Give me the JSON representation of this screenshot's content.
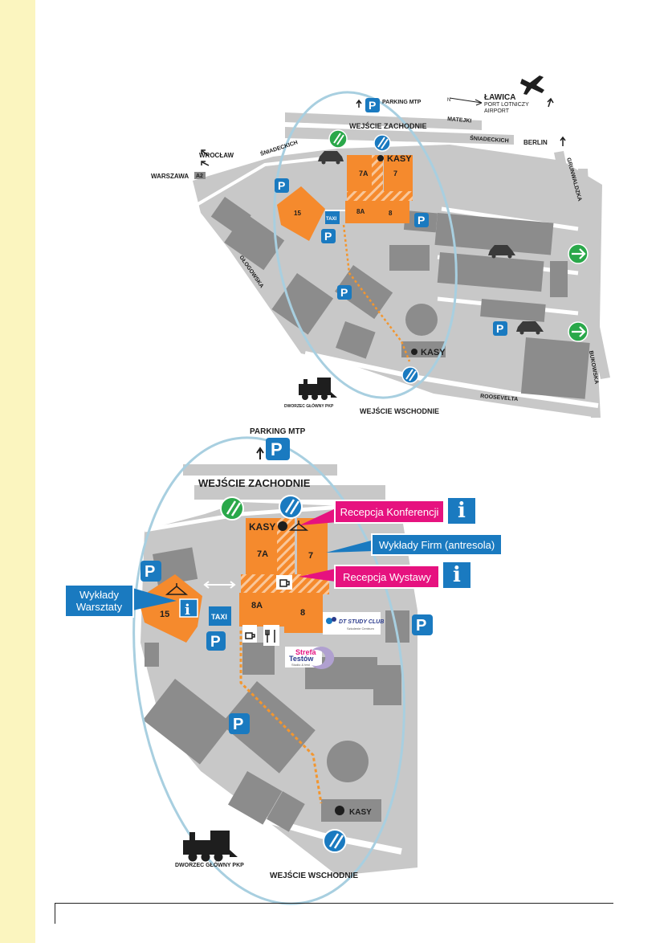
{
  "overview_map": {
    "labels": {
      "parking_mtp": "PARKING MTP",
      "lawica": "ŁAWICA",
      "port_lotniczy": "PORT LOTNICZY",
      "airport": "AIRPORT",
      "matejki": "MATEJKI",
      "wejscie_zachodnie": "WEJŚCIE ZACHODNIE",
      "sniadeckich_right": "ŚNIADECKICH",
      "sniadeckich_left": "ŚNIADECKICH",
      "berlin": "BERLIN",
      "wroclaw": "WROCŁAW",
      "warszawa": "WARSZAWA",
      "a2": "A2",
      "kasy_top": "KASY",
      "kasy_bottom": "KASY",
      "grunwaldzka": "GRUNWALDZKA",
      "glogowska": "GŁOGOWSKA",
      "bukowska": "BUKOWSKA",
      "roosevelta": "ROOSEVELTA",
      "dworzec": "DWORZEC GŁÓWNY PKP",
      "wejscie_wschodnie": "WEJŚCIE WSCHODNIE",
      "north": "N",
      "taxi": "TAXI",
      "pavilion_7a": "7A",
      "pavilion_7": "7",
      "pavilion_8a": "8A",
      "pavilion_8": "8",
      "pavilion_15": "15",
      "parking_p": "P"
    }
  },
  "detail_map": {
    "labels": {
      "parking_mtp": "PARKING MTP",
      "wejscie_zachodnie": "WEJŚCIE ZACHODNIE",
      "kasy_top": "KASY",
      "kasy_bottom": "KASY",
      "pavilion_7a": "7A",
      "pavilion_7": "7",
      "pavilion_8a": "8A",
      "pavilion_8": "8",
      "pavilion_15": "15",
      "taxi": "TAXI",
      "dworzec": "DWORZEC GŁÓWNY PKP",
      "wejscie_wschodnie": "WEJŚCIE WSCHODNIE",
      "dt_study_club": "DT STUDY CLUB",
      "dt_study_club_sub": "Szkolenie Centrum",
      "strefa": "Strefa",
      "testow": "Testów",
      "strefa_sub": "Studio & test",
      "parking_p": "P"
    },
    "callouts": {
      "recepcja_konferencji": "Recepcja Konferencji",
      "wyklady_firm": "Wykłady Firm (antresola)",
      "recepcja_wystawy": "Recepcja Wystawy",
      "wyklady": "Wykłady",
      "warsztaty": "Warsztaty",
      "info_symbol": "i"
    }
  },
  "colors": {
    "pavilion_orange": "#f58a2d",
    "building_grey": "#8c8c8c",
    "ground_grey": "#c8c8c8",
    "outline_blue": "#a8cfe0",
    "parking_blue": "#1a7ac0",
    "callout_pink": "#e6127f",
    "entrance_green": "#2aa84a",
    "route_orange": "#f3962f"
  }
}
